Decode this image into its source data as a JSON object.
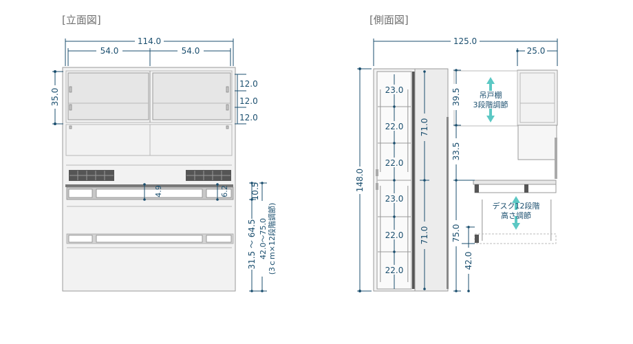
{
  "titles": {
    "front": "[立面図]",
    "side": "[側面図]"
  },
  "front": {
    "total_width": "114.0",
    "left_door_width": "54.0",
    "right_door_width": "54.0",
    "upper_height": "35.0",
    "shelf_1": "12.0",
    "shelf_2": "12.0",
    "shelf_3": "12.0",
    "handle_depth": "4.9",
    "drawer_height": "6.2",
    "top_gap": "10.5",
    "desk_height_range": "31.5 ～ 64.5",
    "desk_range_note": "42.0～75.0",
    "desk_step_note": "(3ｃm×12段階調節)"
  },
  "side": {
    "total_depth": "125.0",
    "hanging_depth": "25.0",
    "total_height": "148.0",
    "shelf_pitch": [
      "23.0",
      "22.0",
      "22.0",
      "23.0",
      "22.0",
      "22.0"
    ],
    "upper_section": "71.0",
    "lower_section": "71.0",
    "hanging_height": "39.5",
    "hanging_gap": "33.5",
    "desk_top": "75.0",
    "desk_bottom": "42.0",
    "hanging_note_1": "吊戸棚",
    "hanging_note_2": "3段階調節",
    "desk_note_1": "デスク12段階",
    "desk_note_2": "高さ調節"
  },
  "colors": {
    "dimension": "#1a4e6e",
    "arrow": "#5cc8c4",
    "panel": "#f2f2f2",
    "outline": "#9a9a9a"
  }
}
